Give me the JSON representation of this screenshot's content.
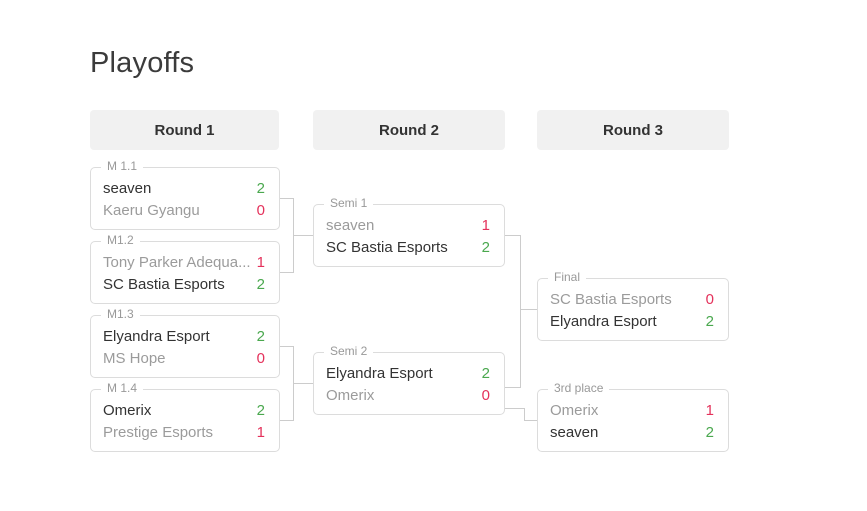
{
  "page": {
    "title": "Playoffs"
  },
  "colors": {
    "win": "#4aa84e",
    "loss": "#e4315b",
    "header-bg": "#f1f1f1",
    "box-border": "#dcdcdc",
    "connector": "#cccccc",
    "text-dark": "#333333",
    "text-muted": "#9b9b9b",
    "text-title": "#3b3b3b",
    "legend": "#999999"
  },
  "rounds": [
    {
      "label": "Round 1"
    },
    {
      "label": "Round 2"
    },
    {
      "label": "Round 3"
    }
  ],
  "matches": [
    {
      "label": "M 1.1",
      "top": {
        "name": "seaven",
        "score": "2",
        "result": "win"
      },
      "bottom": {
        "name": "Kaeru Gyangu",
        "score": "0",
        "result": "loss"
      }
    },
    {
      "label": "M1.2",
      "top": {
        "name": "Tony Parker Adequa...",
        "score": "1",
        "result": "loss"
      },
      "bottom": {
        "name": "SC Bastia Esports",
        "score": "2",
        "result": "win"
      }
    },
    {
      "label": "M1.3",
      "top": {
        "name": "Elyandra Esport",
        "score": "2",
        "result": "win"
      },
      "bottom": {
        "name": "MS Hope",
        "score": "0",
        "result": "loss"
      }
    },
    {
      "label": "M 1.4",
      "top": {
        "name": "Omerix",
        "score": "2",
        "result": "win"
      },
      "bottom": {
        "name": "Prestige Esports",
        "score": "1",
        "result": "loss"
      }
    },
    {
      "label": "Semi 1",
      "top": {
        "name": "seaven",
        "score": "1",
        "result": "loss"
      },
      "bottom": {
        "name": "SC Bastia Esports",
        "score": "2",
        "result": "win"
      }
    },
    {
      "label": "Semi 2",
      "top": {
        "name": "Elyandra Esport",
        "score": "2",
        "result": "win"
      },
      "bottom": {
        "name": "Omerix",
        "score": "0",
        "result": "loss"
      }
    },
    {
      "label": "Final",
      "top": {
        "name": "SC Bastia Esports",
        "score": "0",
        "result": "loss"
      },
      "bottom": {
        "name": "Elyandra Esport",
        "score": "2",
        "result": "win"
      }
    },
    {
      "label": "3rd place",
      "top": {
        "name": "Omerix",
        "score": "1",
        "result": "loss"
      },
      "bottom": {
        "name": "seaven",
        "score": "2",
        "result": "win"
      }
    }
  ]
}
